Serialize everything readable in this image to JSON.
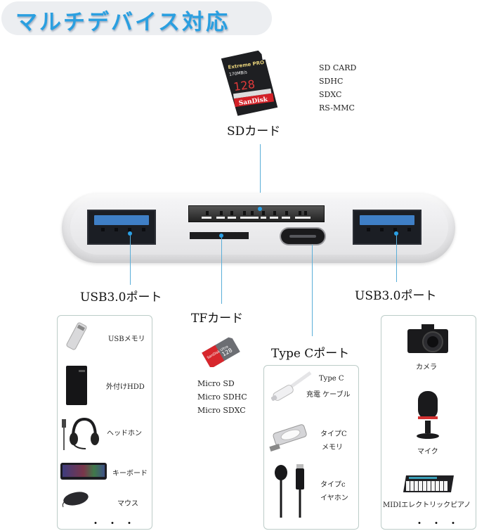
{
  "title": "マルチデバイス対応",
  "sd_card": {
    "label": "SDカード",
    "specs": [
      "SD CARD",
      "SDHC",
      "SDXC",
      "RS-MMC"
    ],
    "card_brand": "SanDisk",
    "card_capacity": "128",
    "card_series": "Extreme PRO"
  },
  "tf_card": {
    "label": "TFカード",
    "specs": [
      "Micro SD",
      "Micro SDHC",
      "Micro SDXC"
    ],
    "card_brand": "SanDisk Ultra",
    "card_capacity": "128"
  },
  "ports": {
    "usb_left": "USB3.0ポート",
    "usb_right": "USB3.0ポート",
    "type_c": "Type Cポート"
  },
  "usb_left_devices": {
    "items": [
      {
        "label": "USBメモリ",
        "icon": "usb-flash-drive-icon"
      },
      {
        "label": "外付けHDD",
        "icon": "external-hdd-icon"
      },
      {
        "label": "ヘッドホン",
        "icon": "headphones-icon"
      },
      {
        "label": "キーボード",
        "icon": "keyboard-icon"
      },
      {
        "label": "マウス",
        "icon": "mouse-icon"
      }
    ],
    "more": "・・・"
  },
  "type_c_devices": {
    "items": [
      {
        "label_line1": "Type C",
        "label_line2": "充電 ケーブル",
        "icon": "usb-c-cable-icon"
      },
      {
        "label_line1": "タイプC",
        "label_line2": "メモリ",
        "icon": "usb-c-flash-drive-icon"
      },
      {
        "label_line1": "タイプc",
        "label_line2": "イヤホン",
        "icon": "earphones-icon"
      }
    ]
  },
  "usb_right_devices": {
    "items": [
      {
        "label": "カメラ",
        "icon": "camera-icon"
      },
      {
        "label": "マイク",
        "icon": "microphone-icon"
      },
      {
        "label": "MIDIエレクトリックピアノ",
        "icon": "midi-keyboard-icon"
      }
    ],
    "more": "・・・"
  },
  "colors": {
    "accent": "#2a9fe0",
    "connector_line": "#5aaed8",
    "usb_blue": "#3f7fc6",
    "panel_border": "#bcccc8"
  }
}
